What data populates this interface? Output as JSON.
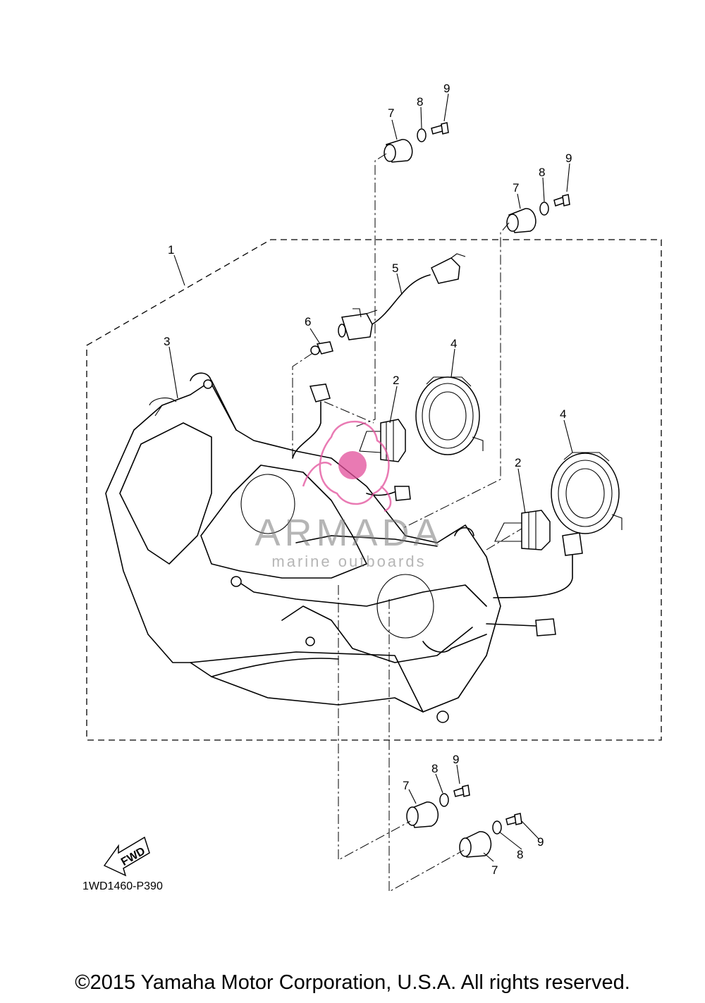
{
  "diagram_code": "1WD1460-P390",
  "fwd_label": "FWD",
  "copyright": "©2015 Yamaha Motor Corporation, U.S.A. All rights reserved.",
  "watermark": {
    "brand": "ARMADA",
    "tagline": "marine outboards",
    "color": "#e24e9a"
  },
  "callouts": [
    "1",
    "2",
    "2",
    "3",
    "4",
    "4",
    "5",
    "6",
    "7",
    "7",
    "7",
    "7",
    "8",
    "8",
    "8",
    "8",
    "9",
    "9",
    "9",
    "9"
  ]
}
